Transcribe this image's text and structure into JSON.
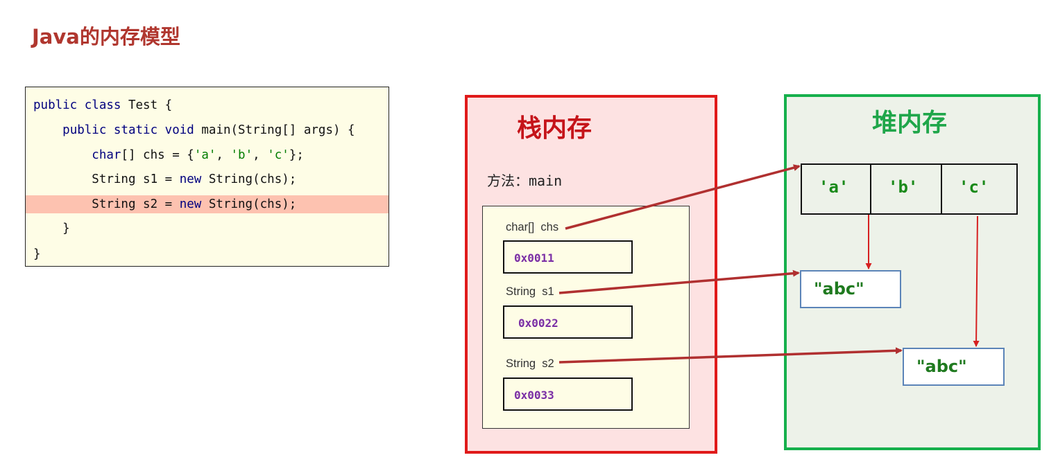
{
  "title": "Java的内存模型",
  "code": {
    "lines": [
      {
        "parts": [
          {
            "t": "public class ",
            "c": "kw"
          },
          {
            "t": "Test {",
            "c": ""
          }
        ]
      },
      {
        "parts": [
          {
            "t": "    ",
            "c": ""
          },
          {
            "t": "public static void ",
            "c": "kw"
          },
          {
            "t": "main(String[] args) {",
            "c": ""
          }
        ]
      },
      {
        "parts": [
          {
            "t": "        ",
            "c": ""
          },
          {
            "t": "char",
            "c": "kw"
          },
          {
            "t": "[] chs = {",
            "c": ""
          },
          {
            "t": "'a'",
            "c": "str"
          },
          {
            "t": ", ",
            "c": ""
          },
          {
            "t": "'b'",
            "c": "str"
          },
          {
            "t": ", ",
            "c": ""
          },
          {
            "t": "'c'",
            "c": "str"
          },
          {
            "t": "};",
            "c": ""
          }
        ]
      },
      {
        "parts": [
          {
            "t": "        String s1 = ",
            "c": ""
          },
          {
            "t": "new ",
            "c": "kw"
          },
          {
            "t": "String(chs);",
            "c": ""
          }
        ]
      },
      {
        "parts": [
          {
            "t": "        String s2 = ",
            "c": ""
          },
          {
            "t": "new ",
            "c": "kw"
          },
          {
            "t": "String(chs);",
            "c": ""
          }
        ],
        "highlight": true
      },
      {
        "parts": [
          {
            "t": "    }",
            "c": ""
          }
        ]
      },
      {
        "parts": [
          {
            "t": "}",
            "c": ""
          }
        ]
      }
    ]
  },
  "stack": {
    "title": "栈内存",
    "method_label": "方法：main",
    "vars": [
      {
        "label": "char[]  chs",
        "address": "0x0011"
      },
      {
        "label": "String  s1",
        "address": "0x0022"
      },
      {
        "label": "String  s2",
        "address": "0x0033"
      }
    ]
  },
  "heap": {
    "title": "堆内存",
    "chars": [
      "'a'",
      "'b'",
      "'c'"
    ],
    "strings": [
      "\"abc\"",
      "\"abc\""
    ]
  },
  "colors": {
    "arrow": "#b03030",
    "stack_border": "#e01a1a",
    "heap_border": "#16b04c"
  }
}
